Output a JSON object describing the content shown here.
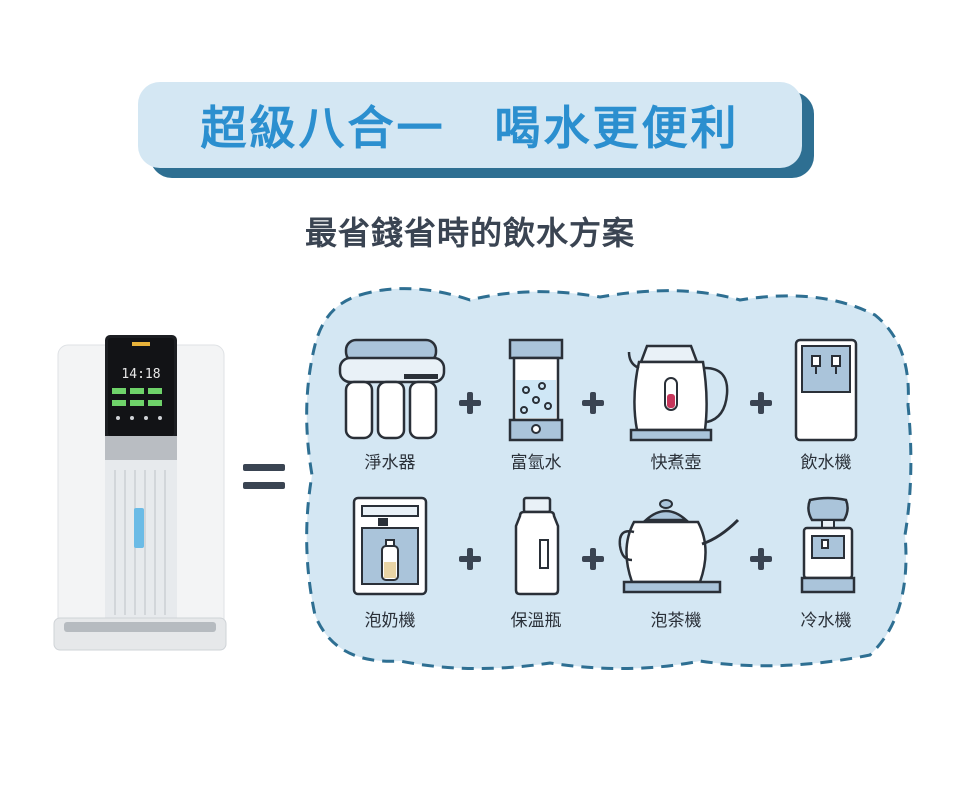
{
  "banner": {
    "title": "超級八合一　喝水更便利"
  },
  "subtitle": "最省錢省時的飲水方案",
  "items": [
    {
      "label": "淨水器",
      "icon": "water-filter-icon"
    },
    {
      "label": "富氫水",
      "icon": "hydrogen-water-icon"
    },
    {
      "label": "快煮壺",
      "icon": "electric-kettle-icon"
    },
    {
      "label": "飲水機",
      "icon": "water-dispenser-icon"
    },
    {
      "label": "泡奶機",
      "icon": "formula-maker-icon"
    },
    {
      "label": "保溫瓶",
      "icon": "thermos-bottle-icon"
    },
    {
      "label": "泡茶機",
      "icon": "teapot-icon"
    },
    {
      "label": "冷水機",
      "icon": "water-cooler-icon"
    }
  ],
  "product": {
    "display_digits": "14:18"
  },
  "colors": {
    "accent": "#2b8fcf",
    "dark": "#3a4452",
    "panel": "#d4e7f3",
    "border": "#2e6f92"
  }
}
